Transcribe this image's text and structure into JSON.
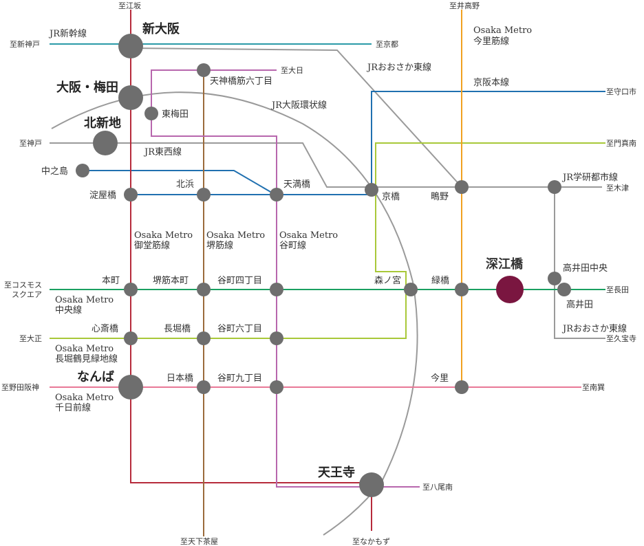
{
  "colors": {
    "midosuji": "#b62a3a",
    "sakaisuji": "#9a6a3a",
    "tanimachi": "#b766ad",
    "imazatosuji": "#f0a020",
    "chuo": "#1aa060",
    "nagahori": "#a8c838",
    "sennichimae": "#e87896",
    "jr": "#9a9a9a",
    "keihan": "#2070b0",
    "shinkansen": "#2a9aa8",
    "station": "#6e6e6e",
    "featured": "#7a1640"
  },
  "stations": {
    "shin_osaka": "新大阪",
    "umeda": "大阪・梅田",
    "kitashinchi": "北新地",
    "higashi_umeda": "東梅田",
    "tenjinbashi": "天神橋筋六丁目",
    "nakanoshima": "中之島",
    "yodoyabashi": "淀屋橋",
    "kitahama": "北浜",
    "temmabashi": "天満橋",
    "kyobashi": "京橋",
    "shigino": "鴫野",
    "honmachi": "本町",
    "sakaisuji_honmachi": "堺筋本町",
    "tanimachi_4": "谷町四丁目",
    "morinomiya": "森ノ宮",
    "midoribashi": "緑橋",
    "fukaebashi": "深江橋",
    "takaida_chuo": "高井田中央",
    "takaida": "高井田",
    "shinsaibashi": "心斎橋",
    "nagahoribashi": "長堀橋",
    "tanimachi_6": "谷町六丁目",
    "namba": "なんば",
    "nipponbashi": "日本橋",
    "tanimachi_9": "谷町九丁目",
    "imazato": "今里",
    "tennoji": "天王寺"
  },
  "lines": {
    "shinkansen": "JR新幹線",
    "osaka_higashi_1": "JRおおさか東線",
    "loop": "JR大阪環状線",
    "tozai": "JR東西線",
    "keihan": "京阪本線",
    "gakkentoshi": "JR学研都市線",
    "osaka_higashi_2": "JRおおさか東線",
    "imazatosuji_1": "Osaka Metro",
    "imazatosuji_2": "今里筋線",
    "midosuji_1": "Osaka Metro",
    "midosuji_2": "御堂筋線",
    "sakaisuji_1": "Osaka Metro",
    "sakaisuji_2": "堺筋線",
    "tanimachi_1": "Osaka Metro",
    "tanimachi_2": "谷町線",
    "chuo_1": "Osaka Metro",
    "chuo_2": "中央線",
    "nagahori_1": "Osaka Metro",
    "nagahori_2": "長堀鶴見緑地線",
    "sennichimae_1": "Osaka Metro",
    "sennichimae_2": "千日前線"
  },
  "directions": {
    "esaka": "至江坂",
    "iderakano": "至井高野",
    "shinkobe_1": "至新神戸",
    "kyoto": "至京都",
    "dainichi": "至大日",
    "moriguchishi": "至守口市",
    "kobe": "至神戸",
    "kadomaminami": "至門真南",
    "kizu": "至木津",
    "cosmos_1": "至コスモス",
    "cosmos_2": "スクエア",
    "nagata": "至長田",
    "taisho": "至大正",
    "kyuhoji": "至久宝寺",
    "noda_hanshin": "至野田阪神",
    "minami_tatsumi": "至南巽",
    "yaominami": "至八尾南",
    "tengachaya": "至天下茶屋",
    "nakamozu": "至なかもず"
  }
}
